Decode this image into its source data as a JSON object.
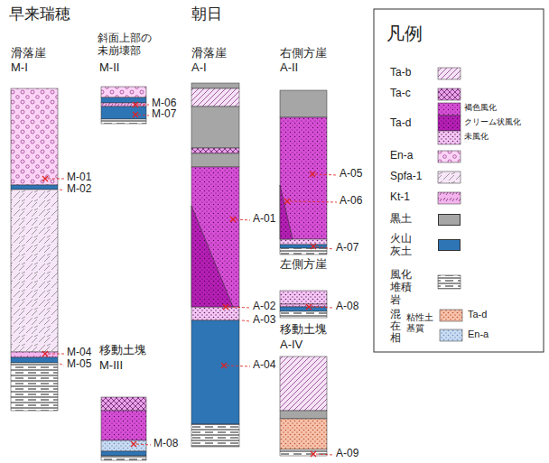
{
  "diagram": {
    "labels": [
      "早来瑞穂",
      "朝日",
      "滑落崖",
      "M-I",
      "斜面上部の未崩壊部",
      "M-II",
      "移動土塊",
      "M-III",
      "滑落崖",
      "A-I",
      "右側方崖",
      "A-II",
      "左側方崖",
      "移動土塊",
      "A-IV",
      "M-01",
      "M-02",
      "M-04",
      "M-05",
      "M-06",
      "M-07",
      "M-08",
      "A-01",
      "A-02",
      "A-03",
      "A-04",
      "A-05",
      "A-06",
      "A-07",
      "A-08",
      "A-09",
      "凡例",
      "Ta-d",
      "混在相",
      "粘性土基質"
    ],
    "legend": [
      {
        "text": "Ta-b"
      },
      {
        "text": "Ta-c"
      },
      {
        "text": "褐色風化"
      },
      {
        "text": "クリーム状風化"
      },
      {
        "text": "未風化"
      },
      {
        "text": "En-a"
      },
      {
        "text": "Spfa-1"
      },
      {
        "text": "Kt-1"
      },
      {
        "text": "黒土",
        "color": "#a6a6a6"
      },
      {
        "text": "火山灰土",
        "color": "#2e75b6"
      },
      {
        "text": "風化堆積岩"
      },
      {
        "text": "Ta-d"
      },
      {
        "text": "En-a"
      }
    ]
  }
}
